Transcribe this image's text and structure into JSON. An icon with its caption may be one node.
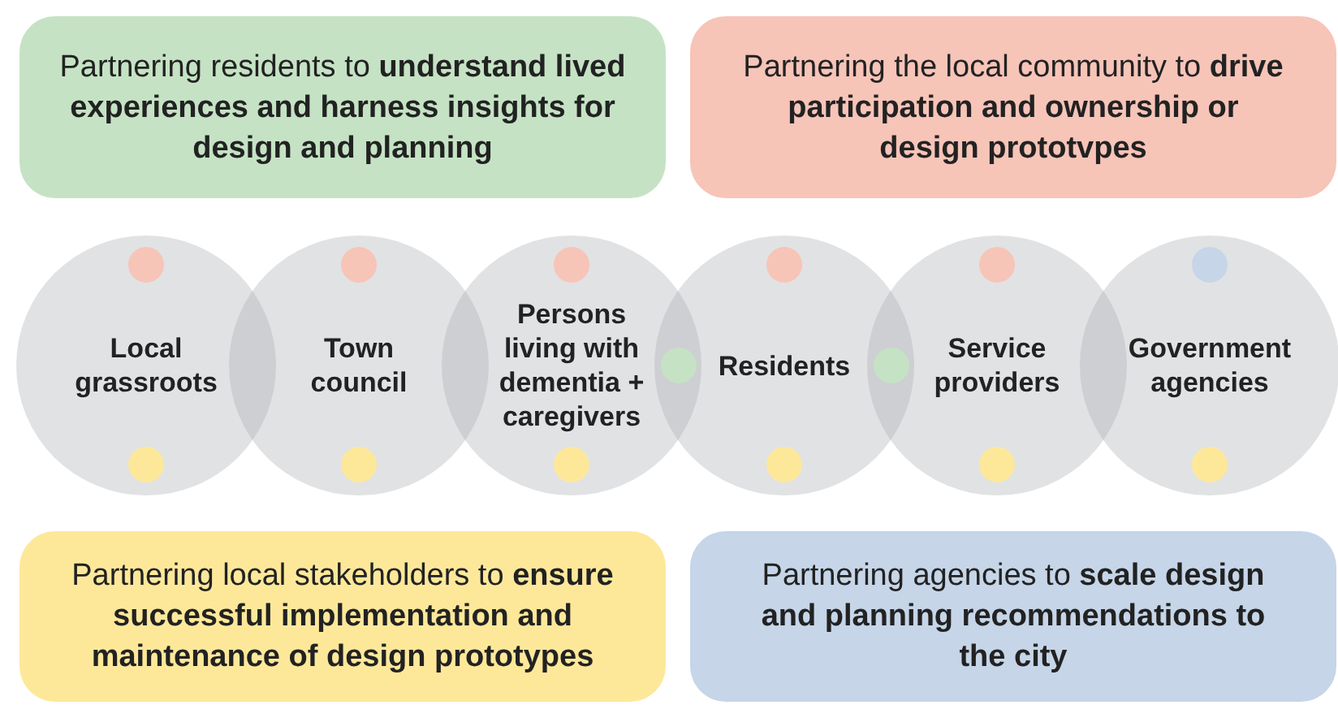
{
  "diagram": {
    "nodes": [
      {
        "text": [
          "Partnering residents to **understand lived experiences and harness insights for design and planning**"
        ]
      },
      {
        "text": [
          "Partnering the local community to **drive participation and ownership or design prototvpes**"
        ]
      },
      {
        "text": [
          "Local grassroots"
        ]
      },
      {
        "text": [
          "Town council"
        ]
      },
      {
        "text": [
          "Persons living with dementia + caregivers"
        ]
      },
      {
        "text": [
          "Residents"
        ]
      },
      {
        "text": [
          "Service providers"
        ]
      },
      {
        "text": [
          "Government agencies"
        ]
      },
      {
        "text": [
          "Partnering local stakeholders to **ensure successful implementation and maintenance of design prototypes**"
        ]
      },
      {
        "text": [
          "Partnering agencies to **scale design and planning recommendations to the city**"
        ]
      }
    ]
  }
}
